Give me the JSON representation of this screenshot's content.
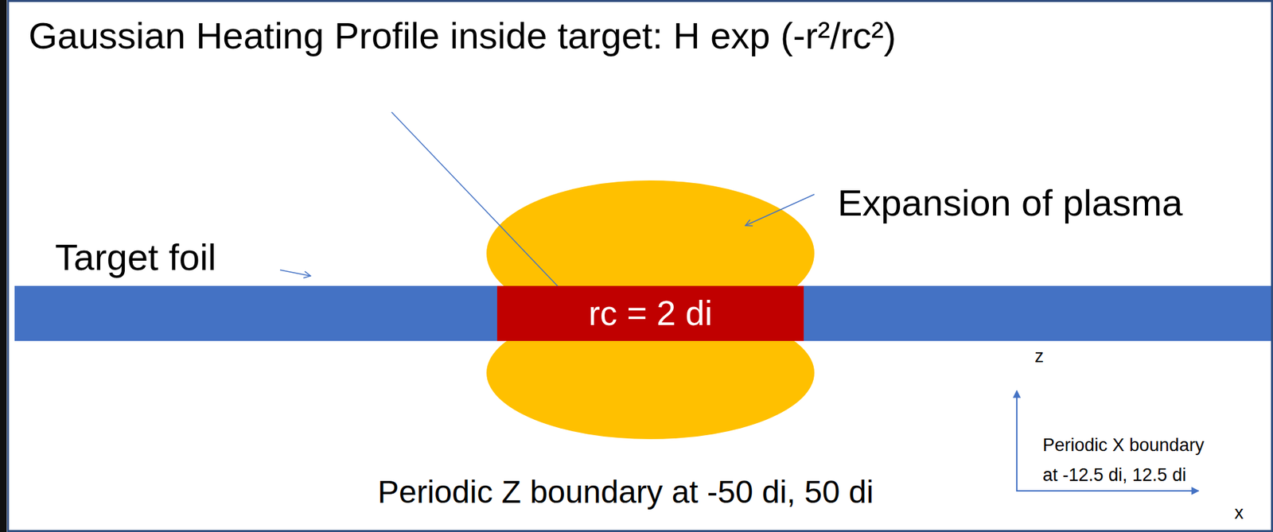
{
  "diagram": {
    "nodes": [
      {
        "text": [
          "rc = 2 di"
        ]
      }
    ],
    "labels": [
      "Gaussian Heating Profile inside target: H exp (-r²/rc²)",
      "Expansion of plasma",
      "Target foil",
      "z",
      "Periodic X boundary at -12.5 di, 12.5 di",
      "Periodic Z boundary at -50 di, 50 di",
      "x"
    ]
  }
}
